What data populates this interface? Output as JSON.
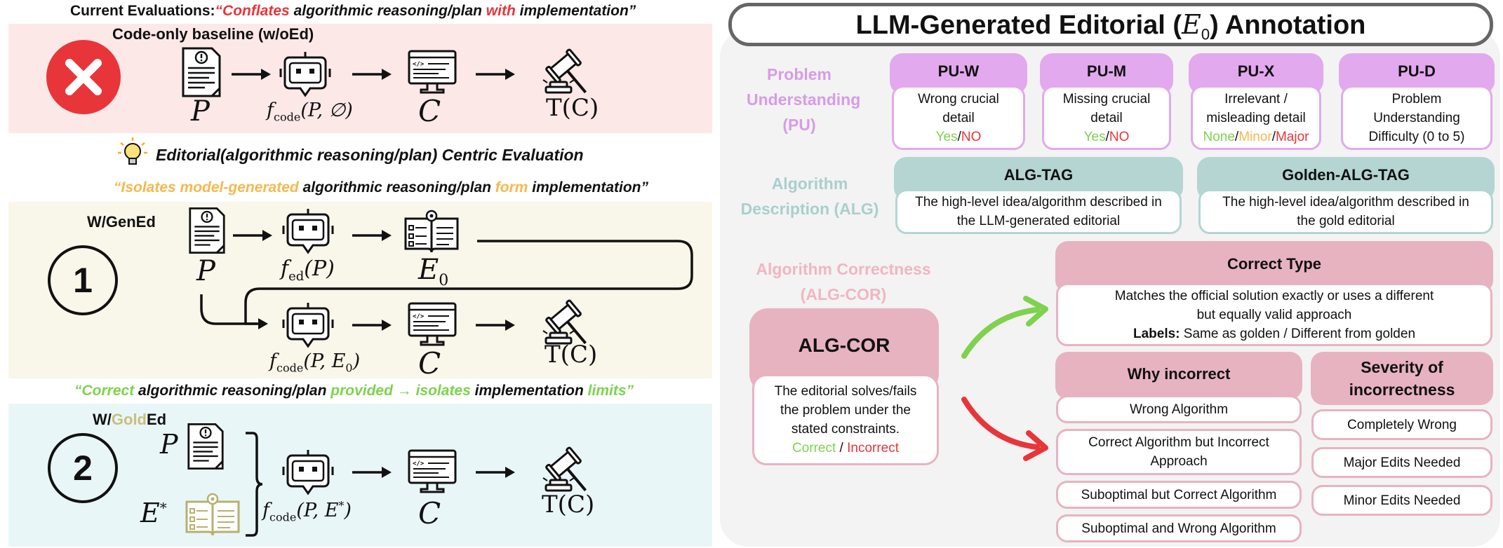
{
  "left": {
    "current_eval": {
      "prefix": "Current Evaluations:",
      "q1": "“Conflates",
      "w1": " algorithmic reasoning/plan ",
      "w2": "with",
      "w3": " implementation”"
    },
    "baseline_label": "Code-only baseline (w/oEd)",
    "centric_title": "Editorial(algorithmic reasoning/plan) Centric Evaluation",
    "isolates": {
      "a": "“Isolates model-generated",
      "b": " algorithmic reasoning/plan ",
      "c": "form",
      "d": " implementation”"
    },
    "gened_label": "W/GenEd",
    "correct_line": {
      "a": "“Correct",
      "b": " algorithmic reasoning/plan ",
      "c": "provided → isolates",
      "d": " implementation ",
      "e": "limits”"
    },
    "golded": {
      "a": "W/",
      "b": "Gold",
      "c": "Ed"
    },
    "step1": "1",
    "step2": "2",
    "math": {
      "P": "P",
      "C": "C",
      "TC": "T(C)",
      "E0": "E0",
      "Estar": "E*",
      "f_code_empty": "fcode(P, ∅)",
      "f_ed": "fed(P)",
      "f_code_e0": "fcode(P, E0)",
      "f_code_estar": "fcode(P, E*)"
    }
  },
  "right": {
    "title_a": "LLM-Generated Editorial (",
    "title_math": "E",
    "title_sub": "0",
    "title_b": ") Annotation",
    "pu_label": [
      "Problem",
      "Understanding",
      "(PU)"
    ],
    "alg_label": [
      "Algorithm",
      "Description (ALG)"
    ],
    "cor_label": [
      "Algorithm Correctness",
      "(ALG-COR)"
    ],
    "pu": [
      {
        "tag": "PU-W",
        "lines": [
          "Wrong crucial",
          "detail"
        ],
        "opts": [
          "Yes",
          "/",
          "NO"
        ]
      },
      {
        "tag": "PU-M",
        "lines": [
          "Missing crucial",
          "detail"
        ],
        "opts": [
          "Yes",
          "/",
          "NO"
        ]
      },
      {
        "tag": "PU-X",
        "lines": [
          "Irrelevant /",
          "misleading detail"
        ],
        "opts3": [
          "None",
          "/",
          "Minor",
          "/",
          "Major"
        ]
      },
      {
        "tag": "PU-D",
        "lines": [
          "Problem",
          "Understanding",
          "Difficulty (0 to 5)"
        ]
      }
    ],
    "alg": [
      {
        "tag": "ALG-TAG",
        "lines": [
          "The high-level idea/algorithm described in",
          "the LLM-generated editorial"
        ]
      },
      {
        "tag": "Golden-ALG-TAG",
        "lines": [
          "The high-level idea/algorithm described in",
          "the gold editorial"
        ]
      }
    ],
    "algcor": {
      "tag": "ALG-COR",
      "lines": [
        "The editorial solves/fails",
        "the problem under the",
        "stated constraints."
      ],
      "opts": [
        "Correct",
        " / ",
        "Incorrect"
      ]
    },
    "correct_type": {
      "tag": "Correct Type",
      "lines": [
        "Matches the official solution exactly or uses a different",
        "but equally valid approach"
      ],
      "labels_key": "Labels:",
      "labels_val": " Same as golden / Different from golden"
    },
    "why": {
      "tag": "Why incorrect",
      "items": [
        "Wrong Algorithm",
        "Correct Algorithm but Incorrect Approach",
        "Suboptimal but Correct Algorithm",
        "Suboptimal and Wrong Algorithm"
      ]
    },
    "severity": {
      "tag": [
        "Severity of",
        "incorrectness"
      ],
      "items": [
        "Completely Wrong",
        "Major Edits Needed",
        "Minor Edits Needed"
      ]
    }
  },
  "colors": {
    "red": "#e8353a",
    "green": "#7ed24e",
    "orange": "#f5b94e",
    "gold": "#c8c07a",
    "pink_bg": "#fde8e8",
    "cream_bg": "#f9f6ea",
    "blue_bg": "#e9f6f8",
    "purple": "#e2a9ee",
    "purple_text": "#d79ce6",
    "teal": "#b4d5d2",
    "teal_text": "#a9cfcd",
    "rose": "#e7b3c0",
    "rose_text": "#f0b6c2",
    "gray_panel": "#f3f3f3"
  }
}
